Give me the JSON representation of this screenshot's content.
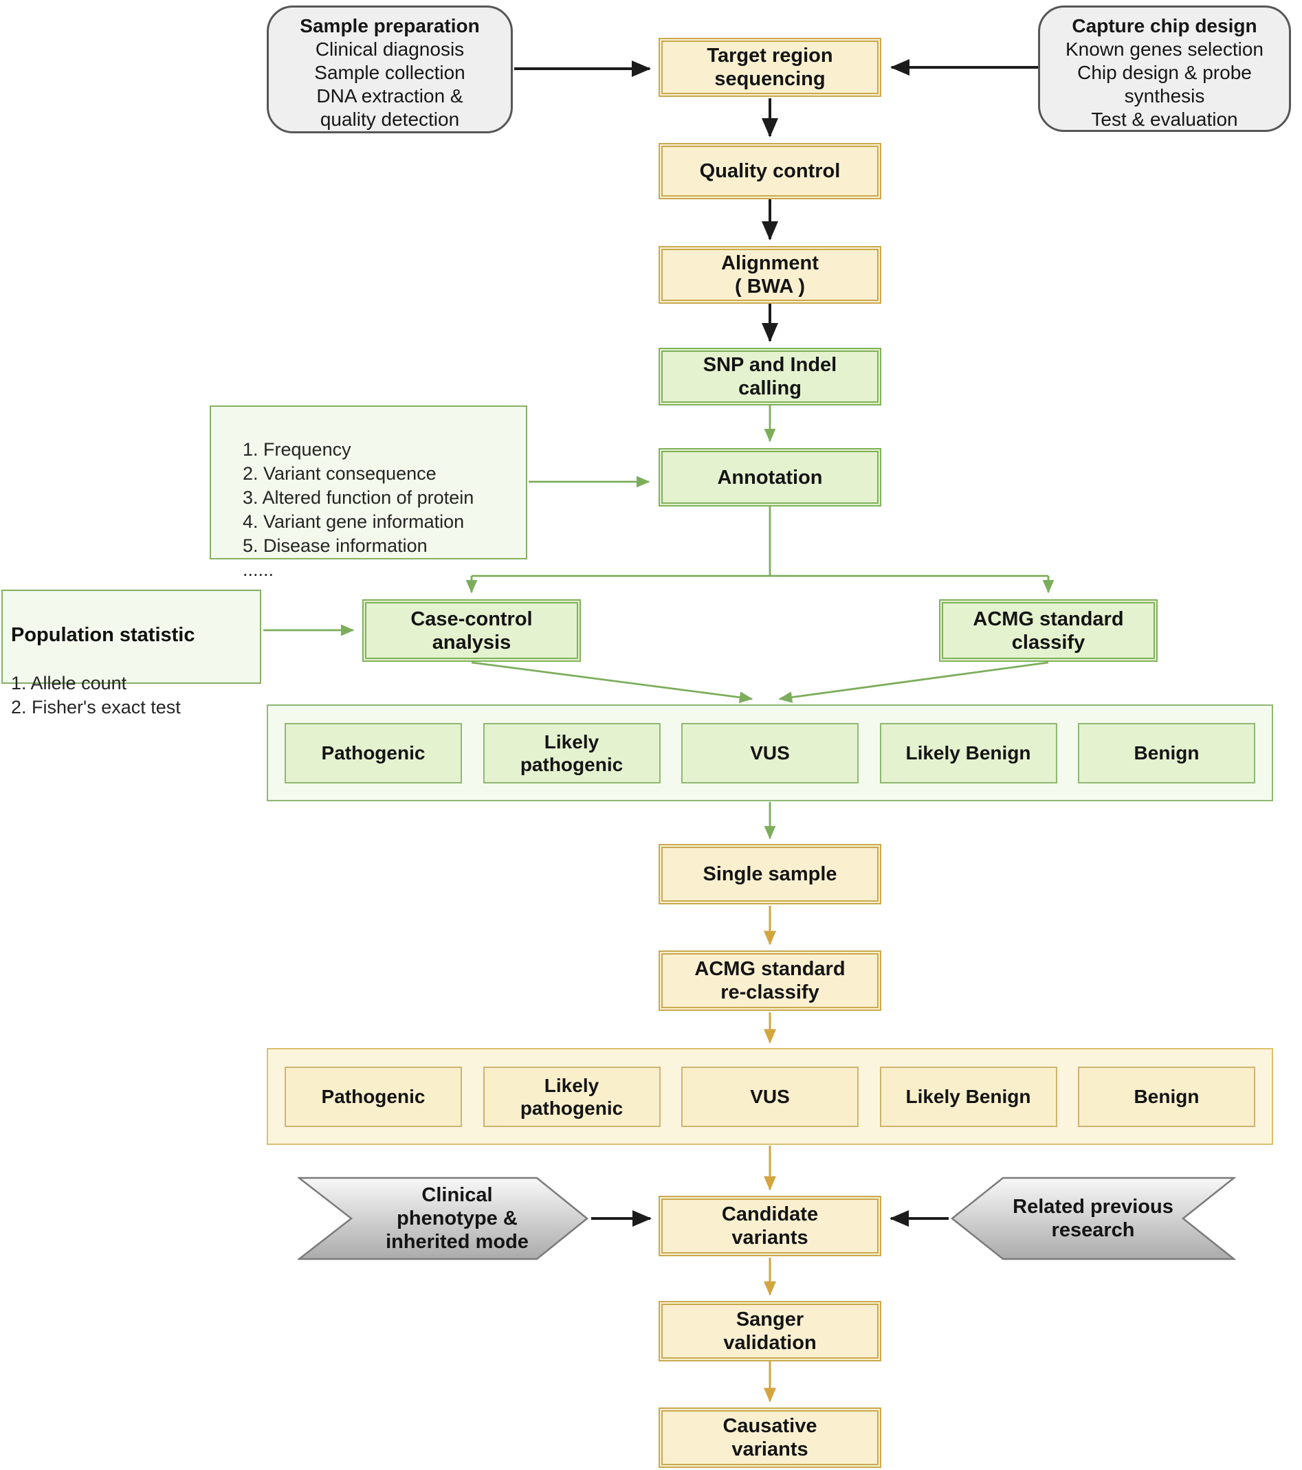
{
  "diagram_title": "Target region sequencing variant analysis pipeline flowchart",
  "palette": {
    "process_fill_orange": "#FAF0D0",
    "process_border_gold": "#C9A94E",
    "process_fill_green": "#E4F2CF",
    "process_border_green": "#7FB15A",
    "container_fill_green": "#F4FAEE",
    "container_fill_orange": "#FCF5DE",
    "terminator_fill_gray": "#EFEFEF",
    "arrow_black": "#1C1C1C",
    "arrow_green": "#7CAD5B",
    "arrow_gold": "#D2A53F"
  },
  "nodes": {
    "sample_prep": {
      "title": "Sample preparation",
      "body": "Clinical diagnosis\nSample collection\nDNA extraction &\nquality detection"
    },
    "capture_chip": {
      "title": "Capture chip design",
      "body": "Known genes selection\nChip design & probe\nsynthesis\nTest & evaluation"
    },
    "target_region": {
      "label": "Target region\nsequencing"
    },
    "quality_control": {
      "label": "Quality control"
    },
    "alignment": {
      "label": "Alignment\n( BWA )"
    },
    "snp_indel": {
      "label": "SNP and Indel\ncalling"
    },
    "annotation": {
      "label": "Annotation"
    },
    "annotation_criteria": {
      "body": "1. Frequency\n2. Variant consequence\n3. Altered function of protein\n4. Variant gene information\n5. Disease information\n......"
    },
    "population_statistic": {
      "title": "Population statistic",
      "body": "1. Allele count\n2. Fisher's exact test"
    },
    "case_control": {
      "label": "Case-control\nanalysis"
    },
    "acmg_classify": {
      "label": "ACMG standard\nclassify"
    },
    "single_sample": {
      "label": "Single sample"
    },
    "acmg_reclassify": {
      "label": "ACMG standard\nre-classify"
    },
    "candidate_variants": {
      "label": "Candidate\nvariants"
    },
    "clinical_phenotype": {
      "label": "Clinical\nphenotype &\ninherited mode"
    },
    "related_research": {
      "label": "Related previous\nresearch"
    },
    "sanger_validation": {
      "label": "Sanger\nvalidation"
    },
    "causative_variants": {
      "label": "Causative\nvariants"
    }
  },
  "rows": {
    "green": {
      "items": [
        "Pathogenic",
        "Likely\npathogenic",
        "VUS",
        "Likely Benign",
        "Benign"
      ]
    },
    "orange": {
      "items": [
        "Pathogenic",
        "Likely\npathogenic",
        "VUS",
        "Likely Benign",
        "Benign"
      ]
    }
  }
}
